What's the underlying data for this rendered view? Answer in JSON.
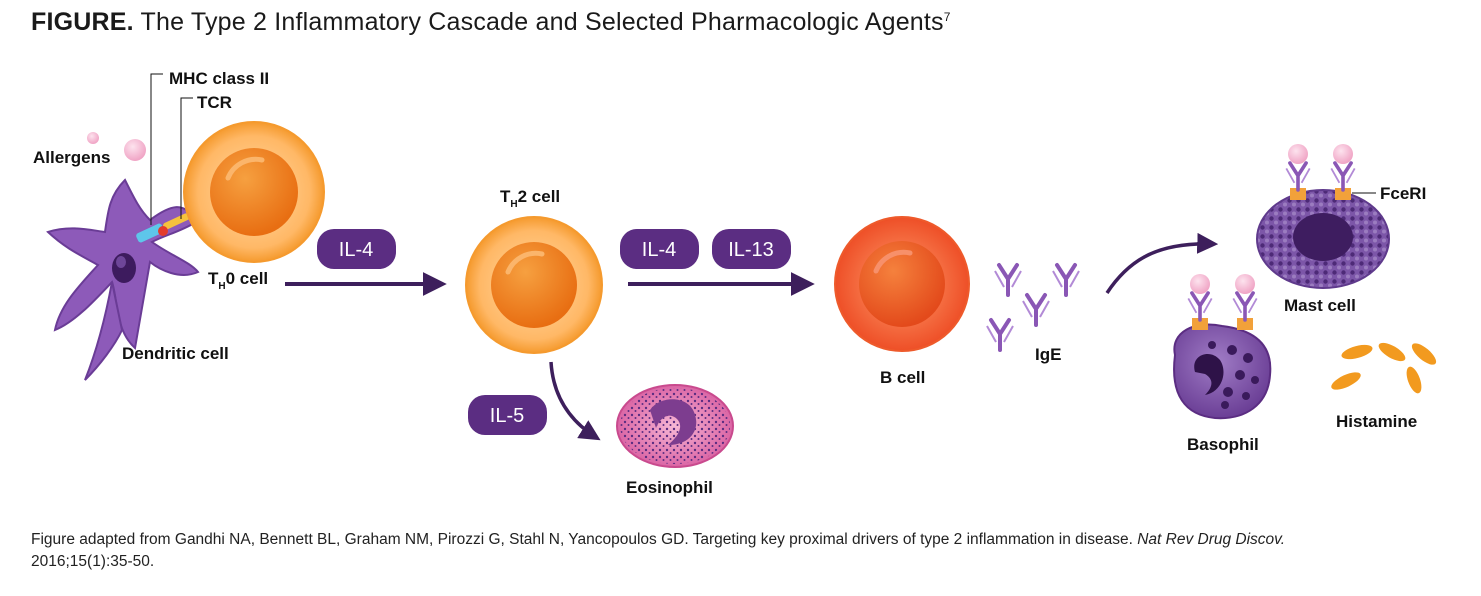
{
  "header": {
    "label": "FIGURE.",
    "title": "The Type 2 Inflammatory Cascade and Selected Pharmacologic Agents",
    "ref": "7"
  },
  "labels": {
    "mhc": "MHC class II",
    "tcr": "TCR",
    "allergens": "Allergens",
    "th0_main": "T",
    "th0_sub": "H",
    "th0_rest": "0 cell",
    "dendritic": "Dendritic cell",
    "th2_main": "T",
    "th2_sub": "H",
    "th2_rest": "2 cell",
    "eosinophil": "Eosinophil",
    "bcell": "B cell",
    "ige": "IgE",
    "mast": "Mast cell",
    "fceri": "FceRI",
    "basophil": "Basophil",
    "histamine": "Histamine"
  },
  "cytokines": {
    "il4_a": "IL-4",
    "il4_b": "IL-4",
    "il13": "IL-13",
    "il5": "IL-5"
  },
  "caption": {
    "text": "Figure adapted from Gandhi NA, Bennett BL, Graham NM, Pirozzi G, Stahl N, Yancopoulos GD. Targeting key proximal drivers of type 2 inflammation in disease.",
    "journal": "Nat Rev Drug Discov.",
    "citation": "2016;15(1):35-50."
  },
  "colors": {
    "purple": "#8a57b5",
    "dark_purple": "#5b2d82",
    "orange": "#f2851f",
    "red_orange": "#ee5a2b",
    "pink": "#e27bb1",
    "arrow": "#3d1f5c"
  }
}
